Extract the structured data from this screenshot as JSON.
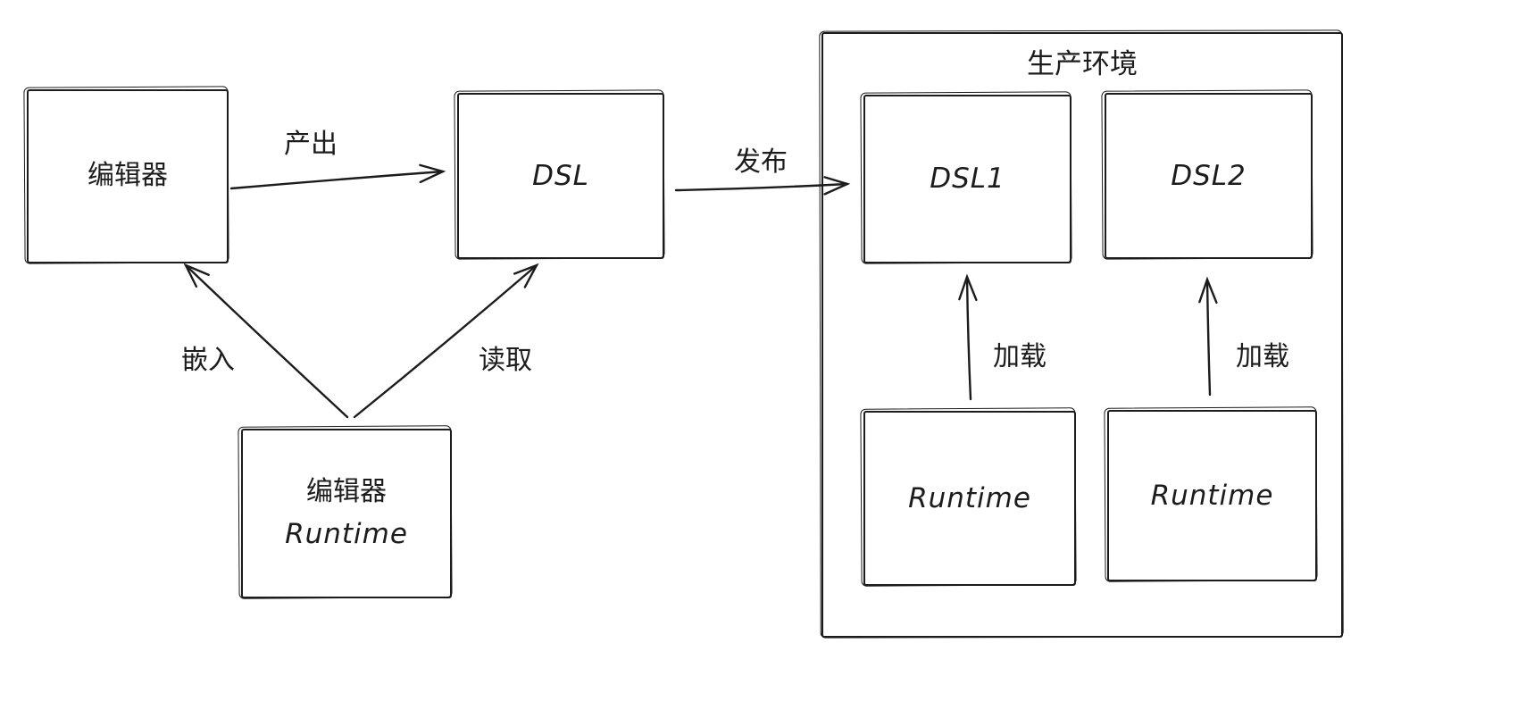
{
  "canvas": {
    "background": "#ffffff",
    "stroke_color": "#1c1c1c"
  },
  "boxes": {
    "editor": {
      "label": "编辑器"
    },
    "dsl": {
      "label": "DSL"
    },
    "editor_runtime": {
      "line1": "编辑器",
      "line2": "Runtime"
    },
    "production": {
      "title": "生产环境"
    },
    "dsl1": {
      "label": "DSL1"
    },
    "dsl2": {
      "label": "DSL2"
    },
    "runtime1": {
      "label": "Runtime"
    },
    "runtime2": {
      "label": "Runtime"
    }
  },
  "arrows": {
    "produce": {
      "label": "产出"
    },
    "publish": {
      "label": "发布"
    },
    "embed": {
      "label": "嵌入"
    },
    "read": {
      "label": "读取"
    },
    "load_left": {
      "label": "加载"
    },
    "load_right": {
      "label": "加载"
    }
  }
}
